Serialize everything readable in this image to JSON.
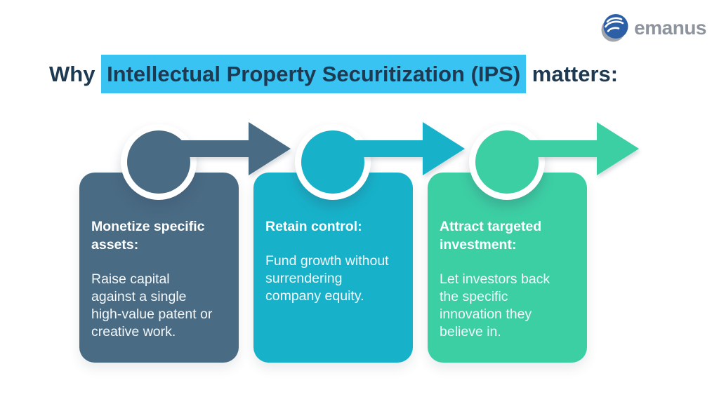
{
  "logo": {
    "text": "emanus",
    "icon": "emanus-globe-icon",
    "text_color": "#8e949d",
    "icon_blue": "#2d5fa7",
    "icon_gray": "#9fa5ab",
    "icon_lines": "#ffffff"
  },
  "title": {
    "prefix": "Why ",
    "highlight": "Intellectual Property Securitization (IPS)",
    "suffix": " matters:",
    "highlight_color": "#38c3f3",
    "text_color": "#1e3a52"
  },
  "steps": [
    {
      "heading": "Monetize specific\nassets:",
      "body": "Raise capital\nagainst a single\nhigh-value patent or\ncreative work.",
      "color": "#4a6b84"
    },
    {
      "heading": "Retain control:",
      "body": "Fund growth without\nsurrendering\ncompany equity.",
      "color": "#17b2ca"
    },
    {
      "heading": "Attract targeted\ninvestment:",
      "body": "Let investors back\nthe specific\ninnovation they\nbelieve in.",
      "color": "#3dcfa4"
    }
  ]
}
